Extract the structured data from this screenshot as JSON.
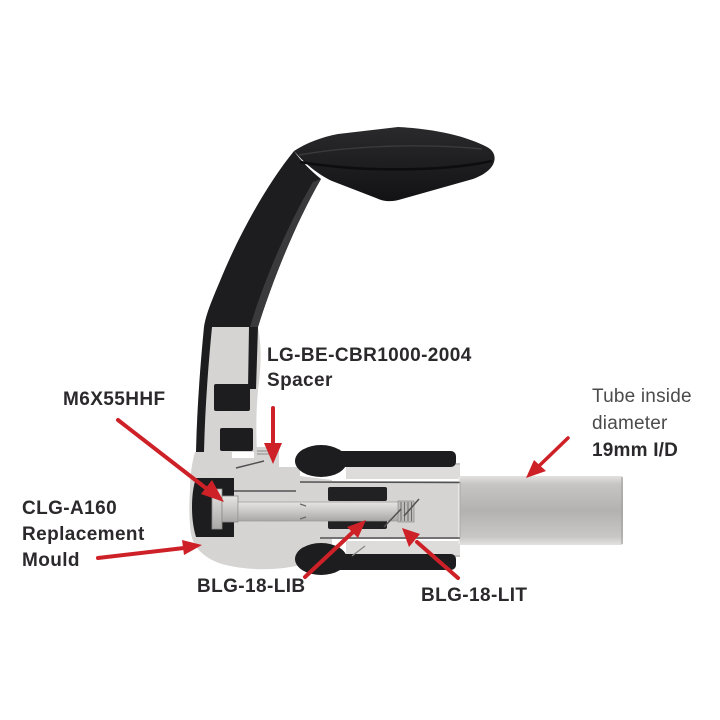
{
  "diagram": {
    "labels": {
      "bolt": "M6X55HHF",
      "spacer": "LG-BE-CBR1000-2004\nSpacer",
      "tube_desc": "Tube inside\ndiameter",
      "tube_value": "19mm I/D",
      "mould": "CLG-A160\nReplacement\nMould",
      "lib": "BLG-18-LIB",
      "lit": "BLG-18-LIT"
    },
    "colors": {
      "arrow_red": "#ce2027",
      "part_black": "#1d1d1f",
      "section_gray": "#d8d7d5",
      "tube_wall_gray": "#dddcda",
      "shaft_gray": "#cecdcb",
      "label_dark": "#2b292b",
      "label_gray": "#4b4a4c",
      "background": "#ffffff"
    }
  }
}
